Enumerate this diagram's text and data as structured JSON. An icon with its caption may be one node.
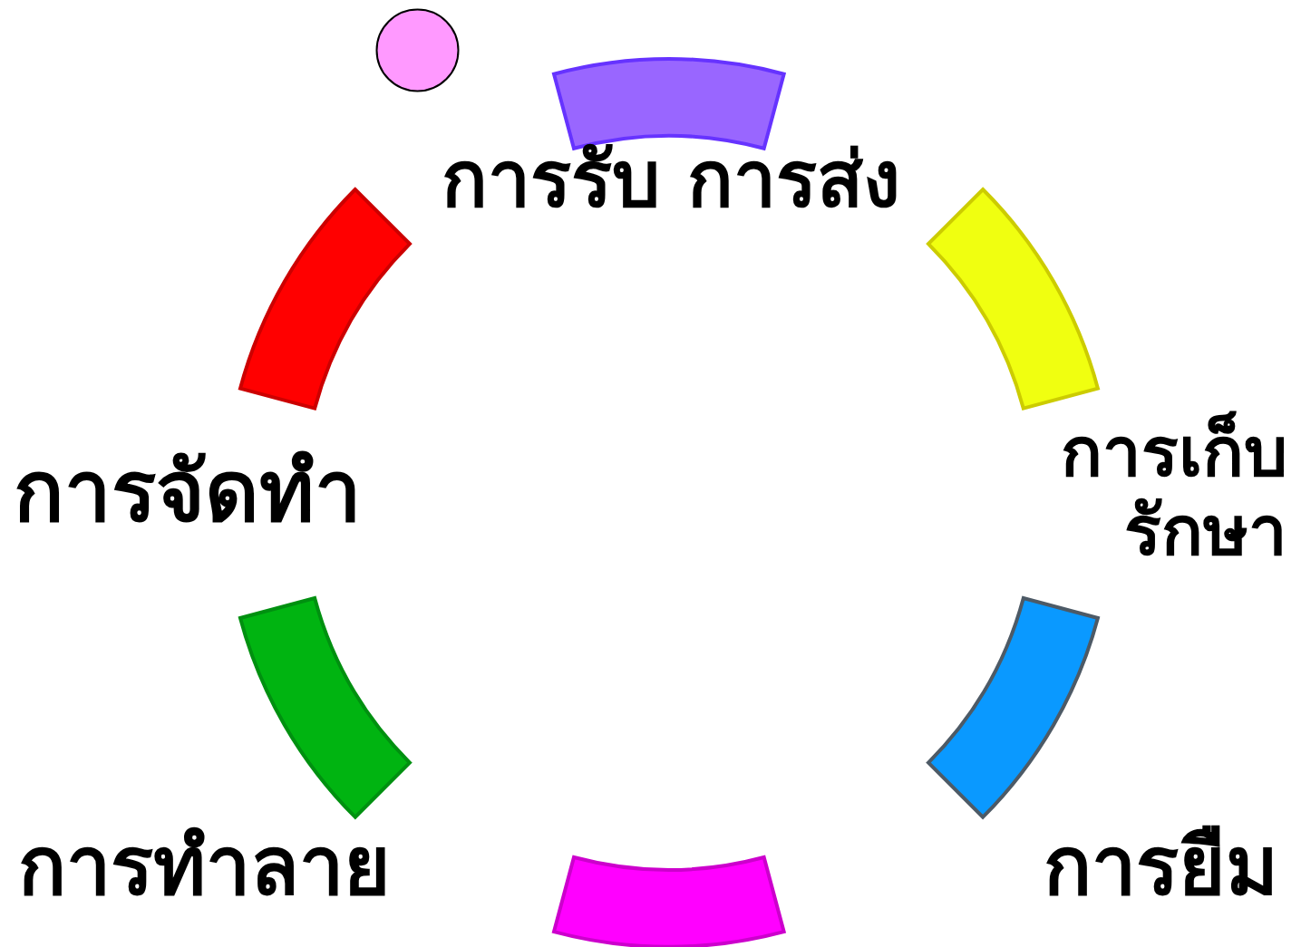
{
  "diagram": {
    "nodes": [
      {
        "text": [],
        "shape": "circle"
      },
      {
        "text": [],
        "shape": "bar"
      },
      {
        "text": [],
        "shape": "bar"
      },
      {
        "text": [],
        "shape": "bar"
      },
      {
        "text": [],
        "shape": "bar"
      },
      {
        "text": [],
        "shape": "bar"
      },
      {
        "text": [],
        "shape": "bar"
      }
    ],
    "labels": [
      "การรับ การส่ง",
      "การเก็บรักษา",
      "การจัดทำ",
      "การทำลาย",
      "การยืม"
    ]
  }
}
